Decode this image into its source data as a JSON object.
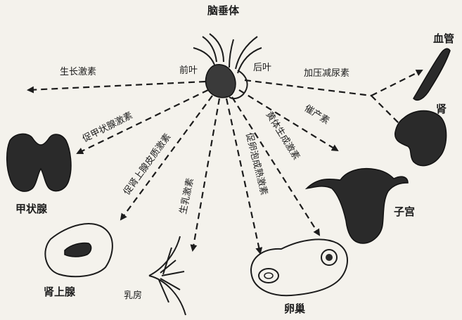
{
  "labels": {
    "pituitary": "脑垂体",
    "anterior_lobe": "前叶",
    "posterior_lobe": "后叶",
    "thyroid": "甲状腺",
    "adrenal": "肾上腺",
    "breast": "乳房",
    "ovary": "卵巢",
    "uterus": "子宫",
    "blood_vessel": "血管",
    "kidney": "肾"
  },
  "hormones": {
    "growth": "生长激素",
    "thyroid_stimulating": "促甲状腺激素",
    "acth": "促肾上腺皮质激素",
    "prolactin": "生乳激素",
    "fsh": "促卵泡成熟激素",
    "lh": "黄体生成激素",
    "oxytocin": "催产素",
    "vasopressin": "加压减尿素"
  }
}
